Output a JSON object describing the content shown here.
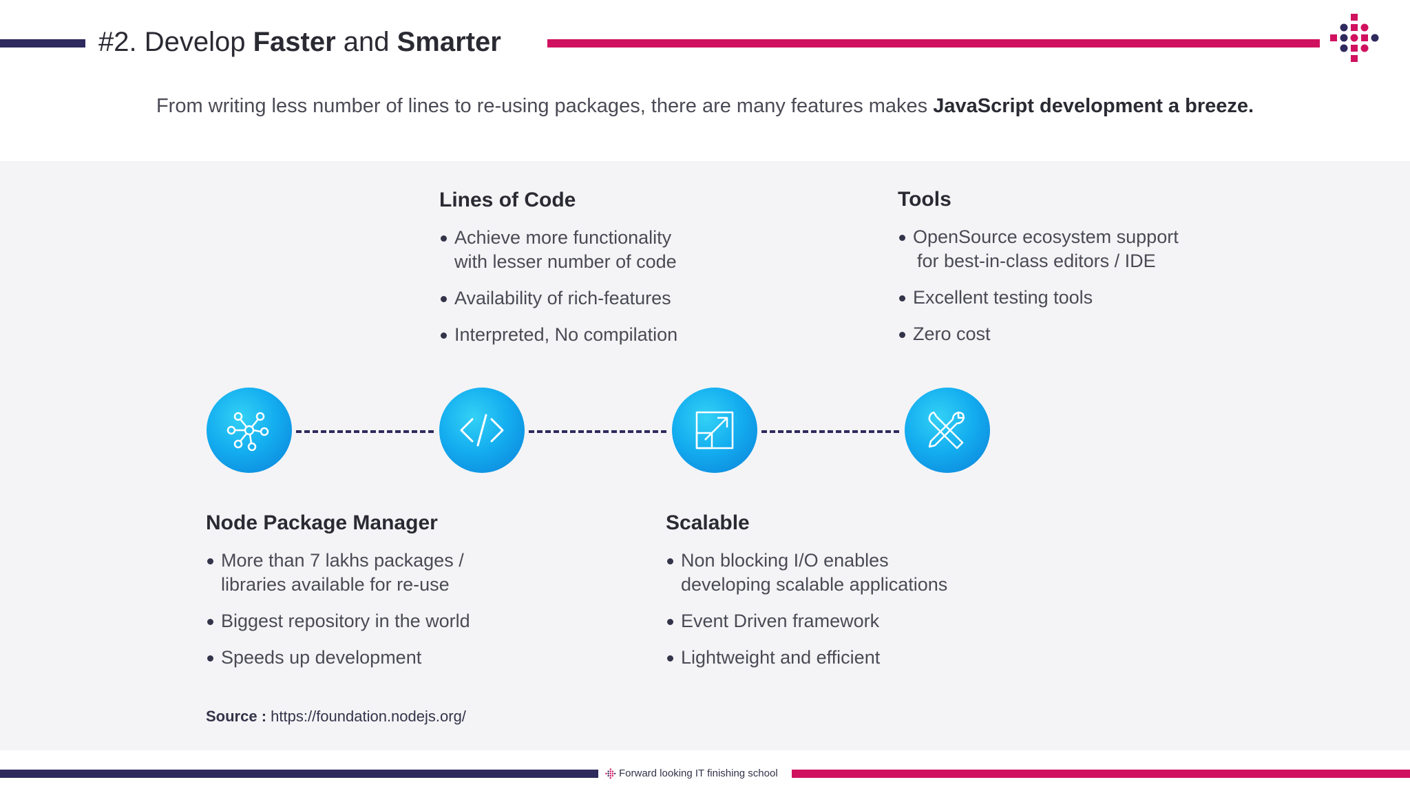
{
  "header": {
    "title_prefix": "#2. Develop ",
    "title_bold1": "Faster",
    "title_mid": " and ",
    "title_bold2": "Smarter",
    "logo_icon": "dot-grid-logo-icon"
  },
  "intro": {
    "text": "From writing less number of lines to re-using packages, there are many features makes ",
    "bold": "JavaScript development a breeze."
  },
  "sections": {
    "lines_of_code": {
      "title": "Lines of Code",
      "bullets": [
        "Achieve more functionality",
        "with lesser number of code",
        "Availability of rich-features",
        "Interpreted, No compilation"
      ]
    },
    "tools": {
      "title": "Tools",
      "bullets": [
        "OpenSource ecosystem support",
        "for best-in-class editors / IDE",
        "Excellent testing tools",
        "Zero cost"
      ]
    },
    "npm": {
      "title": "Node Package Manager",
      "bullets": [
        "More than 7 lakhs packages /",
        "libraries available for re-use",
        "Biggest repository in the world",
        "Speeds up development"
      ]
    },
    "scalable": {
      "title": "Scalable",
      "bullets": [
        "Non blocking I/O enables",
        "developing scalable applications",
        "Event Driven framework",
        "Lightweight and efficient"
      ]
    }
  },
  "timeline_icons": [
    "network-nodes-icon",
    "code-brackets-icon",
    "scale-arrow-icon",
    "tools-icon"
  ],
  "source": {
    "label": "Source :",
    "url": "https://foundation.nodejs.org/"
  },
  "footer": {
    "text": "Forward looking IT finishing school"
  },
  "colors": {
    "navy": "#2e2a5e",
    "magenta": "#d0115f",
    "icon_blue": "#14aef0",
    "panel": "#f4f4f6"
  }
}
